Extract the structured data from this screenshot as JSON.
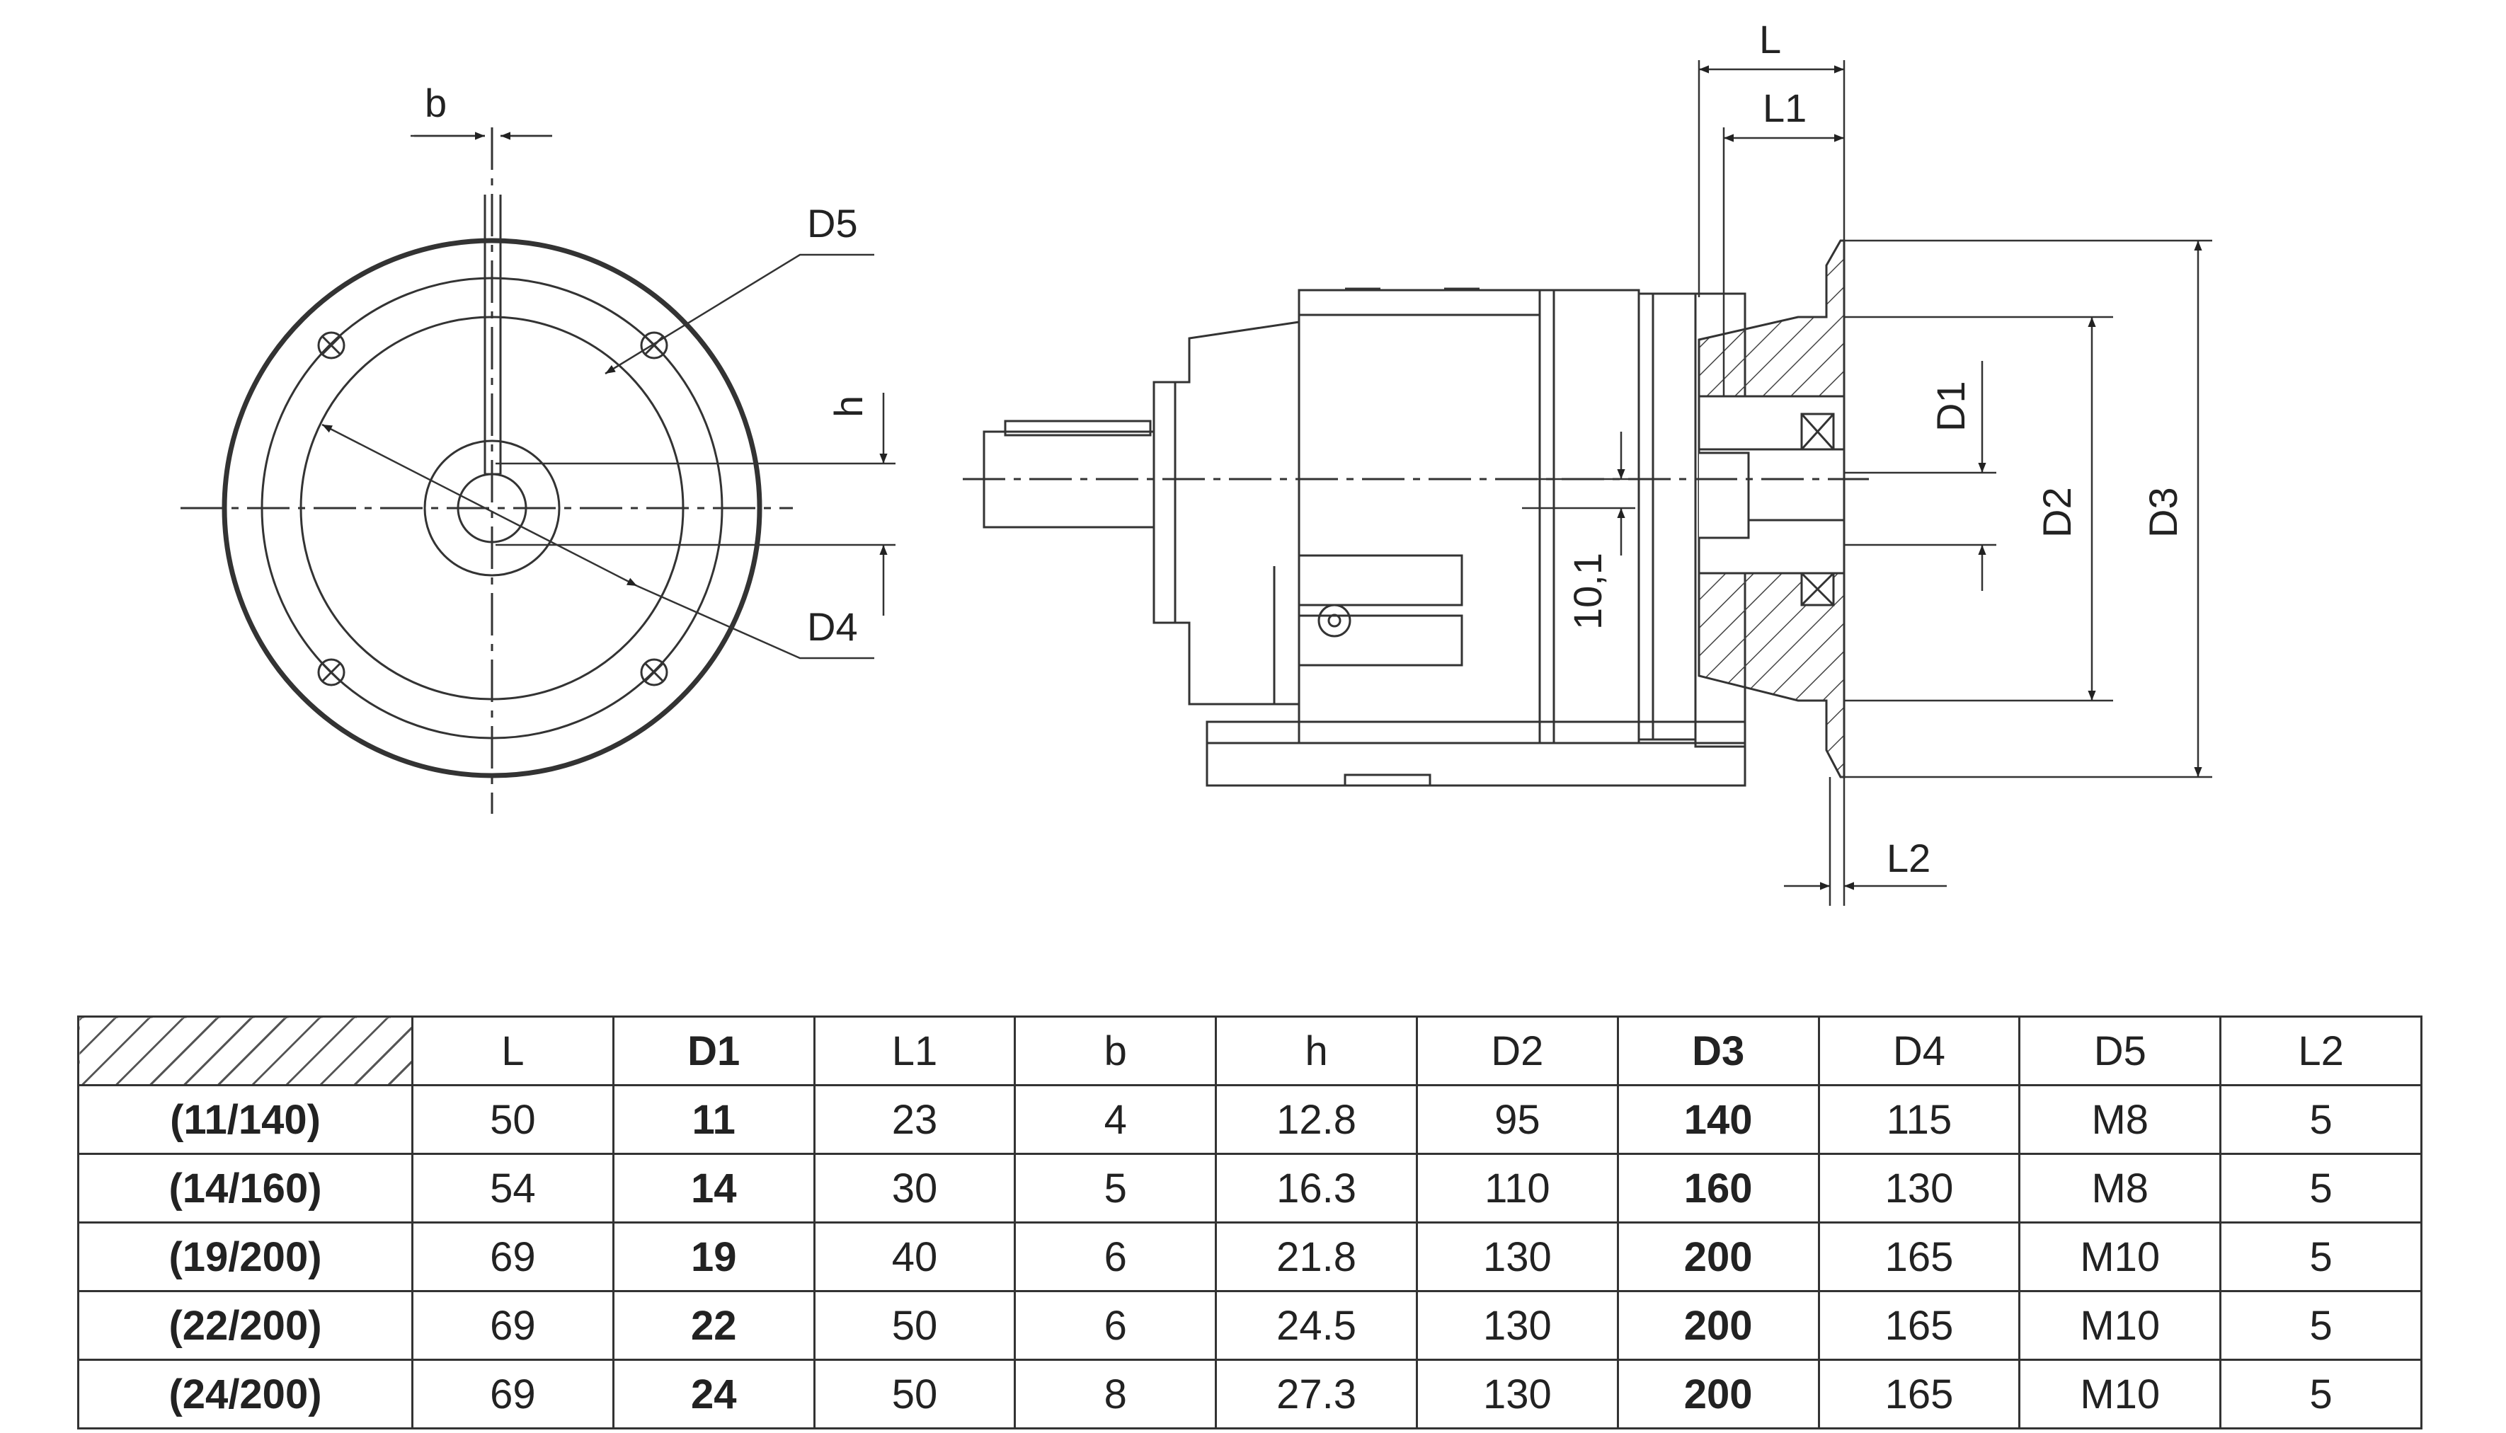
{
  "labels": {
    "b": "b",
    "D5": "D5",
    "h": "h",
    "D4": "D4",
    "L": "L",
    "L1": "L1",
    "D1": "D1",
    "D2": "D2",
    "D3": "D3",
    "L2": "L2",
    "offset": "10,1"
  },
  "table": {
    "columns": [
      "L",
      "D1",
      "L1",
      "b",
      "h",
      "D2",
      "D3",
      "D4",
      "D5",
      "L2"
    ],
    "bold_columns": [
      "D1",
      "D3"
    ],
    "rows": [
      {
        "name": "(11/140)",
        "values": [
          "50",
          "11",
          "23",
          "4",
          "12.8",
          "95",
          "140",
          "115",
          "M8",
          "5"
        ]
      },
      {
        "name": "(14/160)",
        "values": [
          "54",
          "14",
          "30",
          "5",
          "16.3",
          "110",
          "160",
          "130",
          "M8",
          "5"
        ]
      },
      {
        "name": "(19/200)",
        "values": [
          "69",
          "19",
          "40",
          "6",
          "21.8",
          "130",
          "200",
          "165",
          "M10",
          "5"
        ]
      },
      {
        "name": "(22/200)",
        "values": [
          "69",
          "22",
          "50",
          "6",
          "24.5",
          "130",
          "200",
          "165",
          "M10",
          "5"
        ]
      },
      {
        "name": "(24/200)",
        "values": [
          "69",
          "24",
          "50",
          "8",
          "27.3",
          "130",
          "200",
          "165",
          "M10",
          "5"
        ]
      }
    ]
  }
}
